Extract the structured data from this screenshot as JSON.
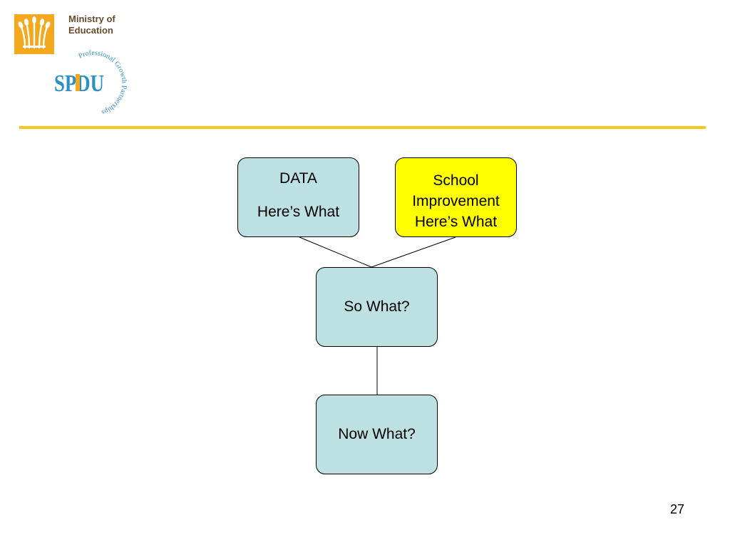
{
  "header": {
    "ministry_line1": "Ministry of",
    "ministry_line2": "Education",
    "spdu_wordmark": "SPDU",
    "spdu_ring_text": "Professional Growth Partnerships"
  },
  "diagram": {
    "data_box": {
      "line1": "DATA",
      "line2": "Here’s What"
    },
    "school_box": {
      "line1": "School",
      "line2": "Improvement",
      "line3": "Here’s What"
    },
    "so_what_box": {
      "label": "So What?"
    },
    "now_what_box": {
      "label": "Now What?"
    }
  },
  "colors": {
    "box_fill": "#bde0e2",
    "highlight_fill": "#ffff00",
    "divider": "#f7c51b",
    "ministry_logo": "#f4a81d"
  },
  "footer": {
    "page_number": "27"
  }
}
